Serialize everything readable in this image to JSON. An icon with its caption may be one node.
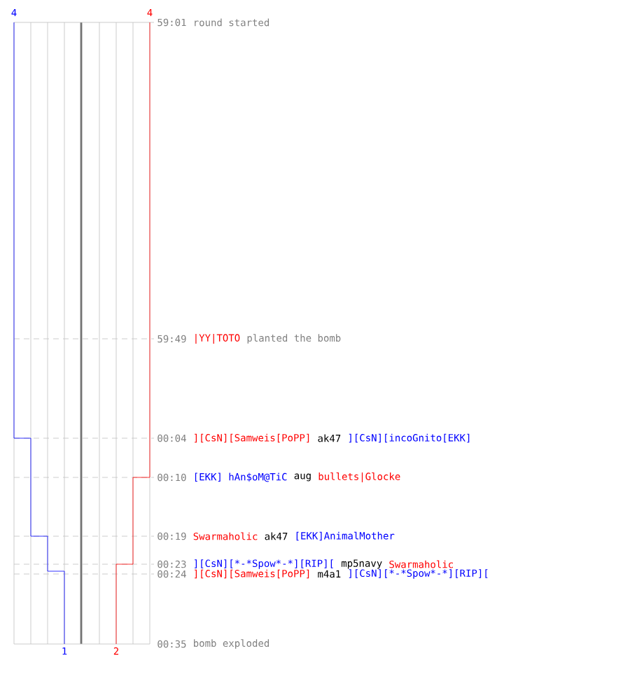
{
  "diagram": {
    "labels": [
      "4",
      "4",
      "59:01",
      "round started",
      "59:49",
      "|YY|TOTO",
      "planted the bomb",
      "00:04",
      "][CsN][Samweis[PoPP]",
      "ak47",
      "][CsN][incoGnito[EKK]",
      "00:10",
      "[EKK] hAn$oM@TiC",
      "aug",
      "bullets|Glocke",
      "00:19",
      "Swarmaholic",
      "ak47",
      "[EKK]AnimalMother",
      "00:23",
      "][CsN][*-*Spow*-*][RIP][",
      "mp5navy",
      "Swarmaholic",
      "00:24",
      "][CsN][Samweis[PoPP]",
      "m4a1",
      "][CsN][*-*Spow*-*][RIP][",
      "1",
      "2",
      "00:35",
      "bomb exploded"
    ]
  }
}
